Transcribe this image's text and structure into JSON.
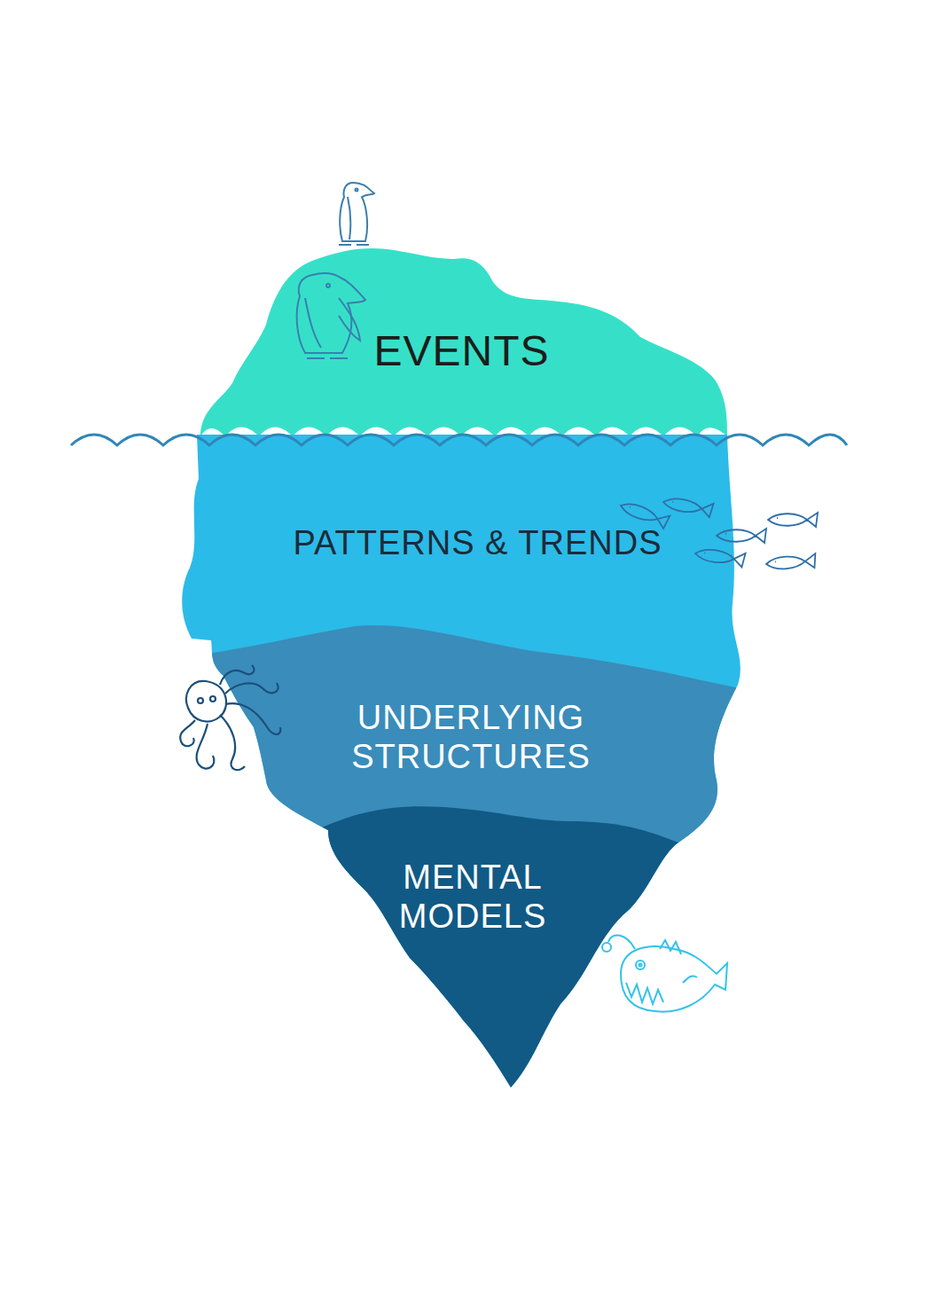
{
  "diagram": {
    "nodes": [
      {
        "text": [
          "EVENTS"
        ]
      },
      {
        "text": [
          "PATTERNS & TRENDS"
        ]
      },
      {
        "text": [
          "UNDERLYING STRUCTURES"
        ]
      },
      {
        "text": [
          "MENTAL MODELS"
        ]
      }
    ]
  }
}
